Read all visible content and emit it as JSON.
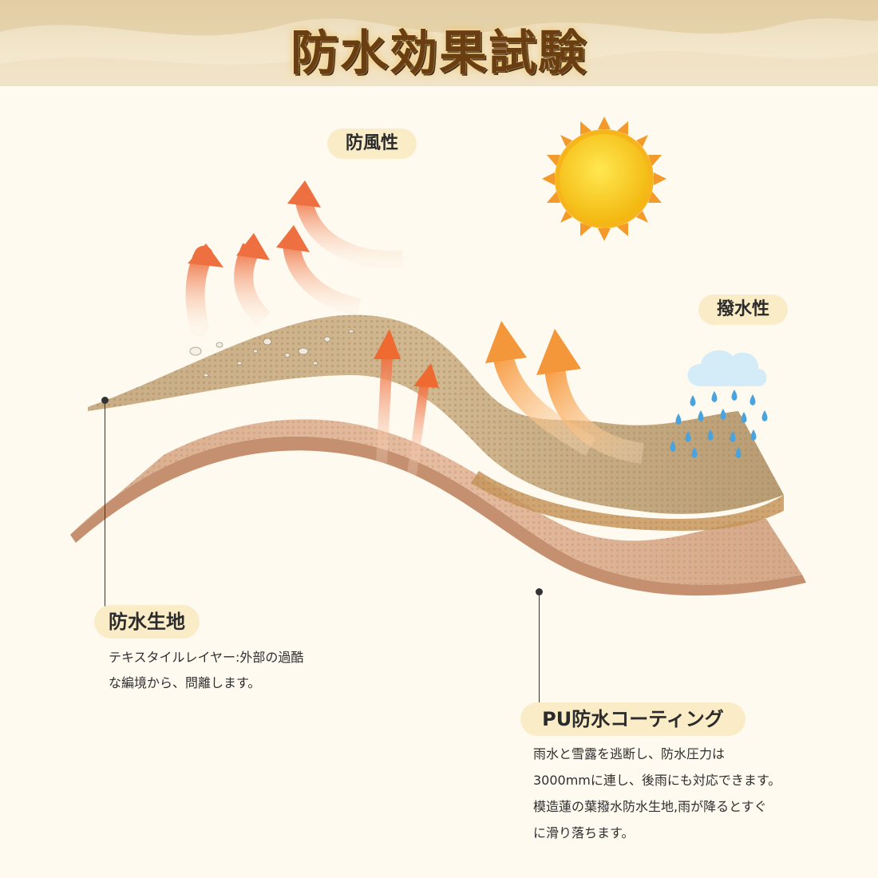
{
  "header": {
    "title": "防水効果試験"
  },
  "labels": {
    "windproof": "防風性",
    "water_repellent": "撥水性",
    "fabric": "防水生地",
    "coating": "PU防水コーティング"
  },
  "fabric_desc": [
    "テキスタイルレイヤー:外部の過酷",
    "な編境から、問離します。"
  ],
  "coating_desc": [
    "雨水と雪露を逃断し、防水圧力は",
    "3000mmに連し、後雨にも対応できます。",
    "模造蓮の葉撥水防水生地,雨が降るとすぐ",
    "に滑り落ちます。"
  ],
  "colors": {
    "background": "#fefaf0",
    "title": "#6b3e12",
    "pill": "#fbecc8",
    "top_fabric": "#c9b08a",
    "bottom_fabric": "#dcb090",
    "arrow": "#ee7a4a",
    "sun": "#f5c518",
    "rain": "#4aa3dc"
  },
  "icons": [
    "sun-icon",
    "rain-cloud-icon",
    "heat-arrow-icon",
    "water-drop-icon"
  ]
}
